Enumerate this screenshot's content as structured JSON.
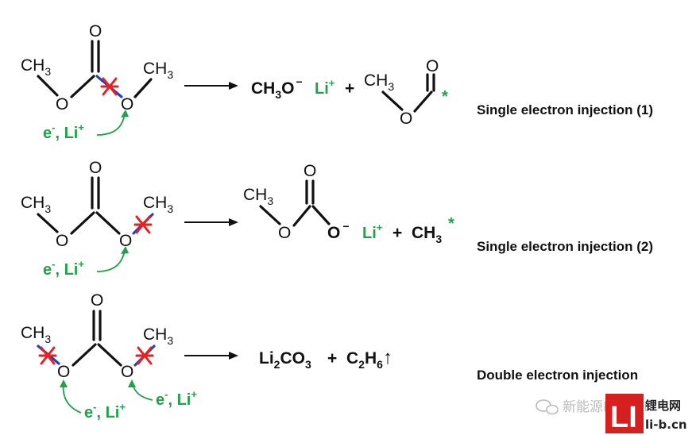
{
  "atoms": {
    "ch3": "CH",
    "three": "3",
    "o": "O",
    "e": "e",
    "minus": "-",
    "li": "Li",
    "plus": "+",
    "star": "*"
  },
  "reaction1": {
    "label": "Single electron injection (1)",
    "product_ch3o": "CH",
    "product_ch3o_sub": "3",
    "product_ch3o_o": "O",
    "product_minus": "−",
    "product_li": "Li",
    "product_li_sup": "+",
    "join": "+"
  },
  "reaction2": {
    "label": "Single electron injection (2)",
    "product_o": "O",
    "product_minus": "−",
    "product_li": "Li",
    "product_li_sup": "+",
    "join": "+",
    "product_ch3": "CH",
    "product_ch3_sub": "3",
    "product_star": "*"
  },
  "reaction3": {
    "label": "Double electron injection",
    "li2co3_li": "Li",
    "li2co3_2": "2",
    "li2co3_co": "CO",
    "li2co3_3": "3",
    "join": "+",
    "c2h6_c": "C",
    "c2h6_2": "2",
    "c2h6_h": "H",
    "c2h6_6": "6",
    "gas_arrow": "↑"
  },
  "watermark": {
    "wechat_name": "新能源Leader",
    "brand_top": "锂电网",
    "brand_bottom": "li-b.cn",
    "logo_letters": "LI"
  },
  "colors": {
    "green": "#1fa24a",
    "red": "#e32222",
    "blue": "#2a3fbf",
    "logo_red": "#d62020"
  }
}
